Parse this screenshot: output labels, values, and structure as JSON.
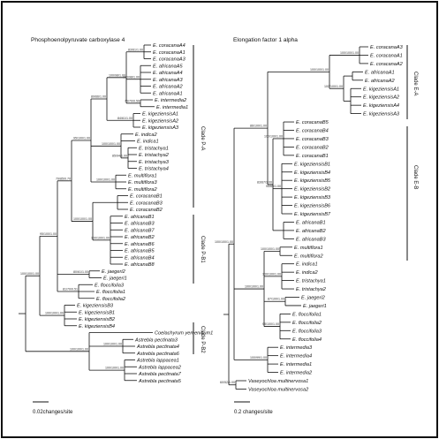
{
  "left_tree": {
    "title": "Phosphoenolpyruvate carboxylase 4",
    "scale": "0.02changes/site",
    "tips": [
      "E. coracanaA4",
      "E. coracanaA1",
      "E. coracanaA3",
      "E. africanaA5",
      "E. africanaA4",
      "E. africanaA3",
      "E. africanaA2",
      "E. africanaA1",
      "E. intermedia2",
      "E. intermedia1",
      "E. kigeziensisA1",
      "E. kigeziensisA2",
      "E. kigeziensisA3",
      "E. indica2",
      "E. indica1",
      "E. tristachya1",
      "E. tristachya2",
      "E. tristachya3",
      "E. tristachya4",
      "E. multiflora1",
      "E. multiflora3",
      "E. multiflora2",
      "E. coracanaB1",
      "E. coracanaB3",
      "E. coracanaB2",
      "E. africanaB1",
      "E. africanaB3",
      "E. africanaB7",
      "E. africanaB2",
      "E. africanaB6",
      "E. africanaB5",
      "E. africanaB4",
      "E. africanaB8",
      "E. jaegeri2",
      "E. jaegeri1",
      "E. floccifolia3",
      "E. floccifolia1",
      "E. floccifolia2",
      "E. kigeziensisB3",
      "E. kigeziensisB1",
      "E. kigeziensisB2",
      "E. kigeziensisB4",
      "Coelachyrum yemenicum1",
      "Astrebla pectinata3",
      "Astrebla pectinata4",
      "Astrebla pectinata6",
      "Astrebla lappacea1",
      "Astrebla lappacea2",
      "Astrebla pectinata7",
      "Astrebla pectinata5"
    ],
    "supports": [
      "83/61/1.00",
      "100/98/1.00",
      "84/61/1.00",
      "75/70/0.50",
      "100/98/1.00",
      "89/66/1.00",
      "100/100/1.00",
      "85/94/1.00",
      "95/100/1.00",
      "100/100/1.00",
      "79/85/0.70",
      "100/100/1.00",
      "100/100/1.00",
      "80/61/1.00",
      "95/100/1.00",
      "81/70/0.51",
      "100/100/1.00",
      "100/100/1.00",
      "100/100/1.00",
      "100/100/1.00",
      "100/100/1.00"
    ],
    "clades": [
      "Clade P-A",
      "Clade P-B1",
      "Clade P-B2"
    ]
  },
  "right_tree": {
    "title": "Elongation factor 1 alpha",
    "scale": "0.2 changes/site",
    "tips": [
      "E. coracanaA3",
      "E. coracanaA1",
      "E. coracanaA2",
      "E. africanaA1",
      "E. africanaA2",
      "E. kigeziensisA1",
      "E. kigeziensisA2",
      "E. kigeziensisA4",
      "E. kigeziensisA3",
      "E. coracanaB5",
      "E. coracanaB4",
      "E. coracanaB3",
      "E. coracanaB2",
      "E. coracanaB1",
      "E. kigeziensisB1",
      "E. kigeziensisB4",
      "E. kigeziensisB5",
      "E. kigeziensisB2",
      "E. kigeziensisB3",
      "E. kigeziensisB6",
      "E. kigeziensisB7",
      "E. africanaB1",
      "E. africanaB2",
      "E. africanaB3",
      "E. multiflora1",
      "E. multiflora2",
      "E. indica1",
      "E. indica2",
      "E. tristachya1",
      "E. tristachya2",
      "E. jaegeri2",
      "E. jaegeri1",
      "E. floccifolia1",
      "E. floccifolia2",
      "E. floccifolia3",
      "E. floccifolia4",
      "E. intermedia3",
      "E. intermedia4",
      "E. intermedia1",
      "E. intermedia2",
      "Vaseyochloa multinervosa1",
      "Vaseyochloa multinervosa2"
    ],
    "supports": [
      "100/100/1.00",
      "100/100/1.00",
      "100/100/1.00",
      "86/100/1.00",
      "100/100/1.00",
      "83/67/1.00",
      "95/65/1.00",
      "100/100/1.00",
      "100/100/1.00",
      "100/100/1.00",
      "87/100/1.00",
      "98/100/1.00",
      "60/52/1.00",
      "100/99/1.00",
      "100/100/1.00"
    ],
    "clades": [
      "Clade E-A",
      "Clade E-B"
    ]
  }
}
